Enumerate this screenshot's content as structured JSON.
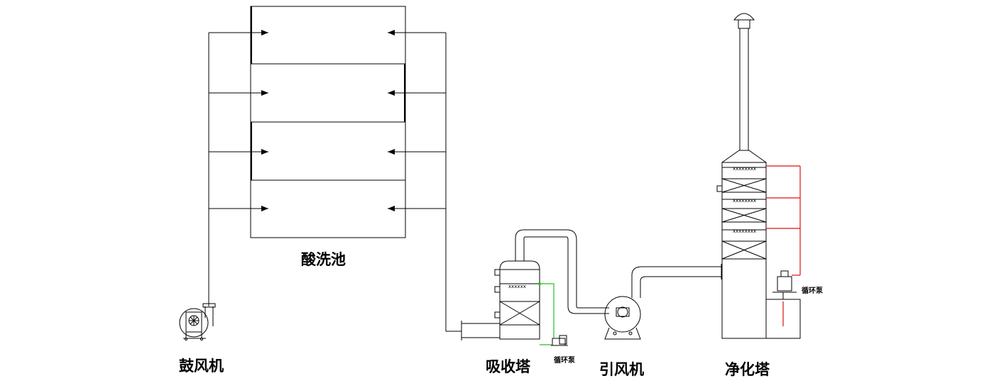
{
  "labels": {
    "acid_tank": "酸洗池",
    "blower": "鼓风机",
    "absorption_tower": "吸收塔",
    "circ_pump_small": "循环泵",
    "induced_fan": "引风机",
    "purification_tower": "净化塔",
    "circ_pump_purify": "循环泵"
  },
  "colors": {
    "line": "#000000",
    "circulation_green": "#22c322",
    "circulation_red": "#e01010"
  }
}
